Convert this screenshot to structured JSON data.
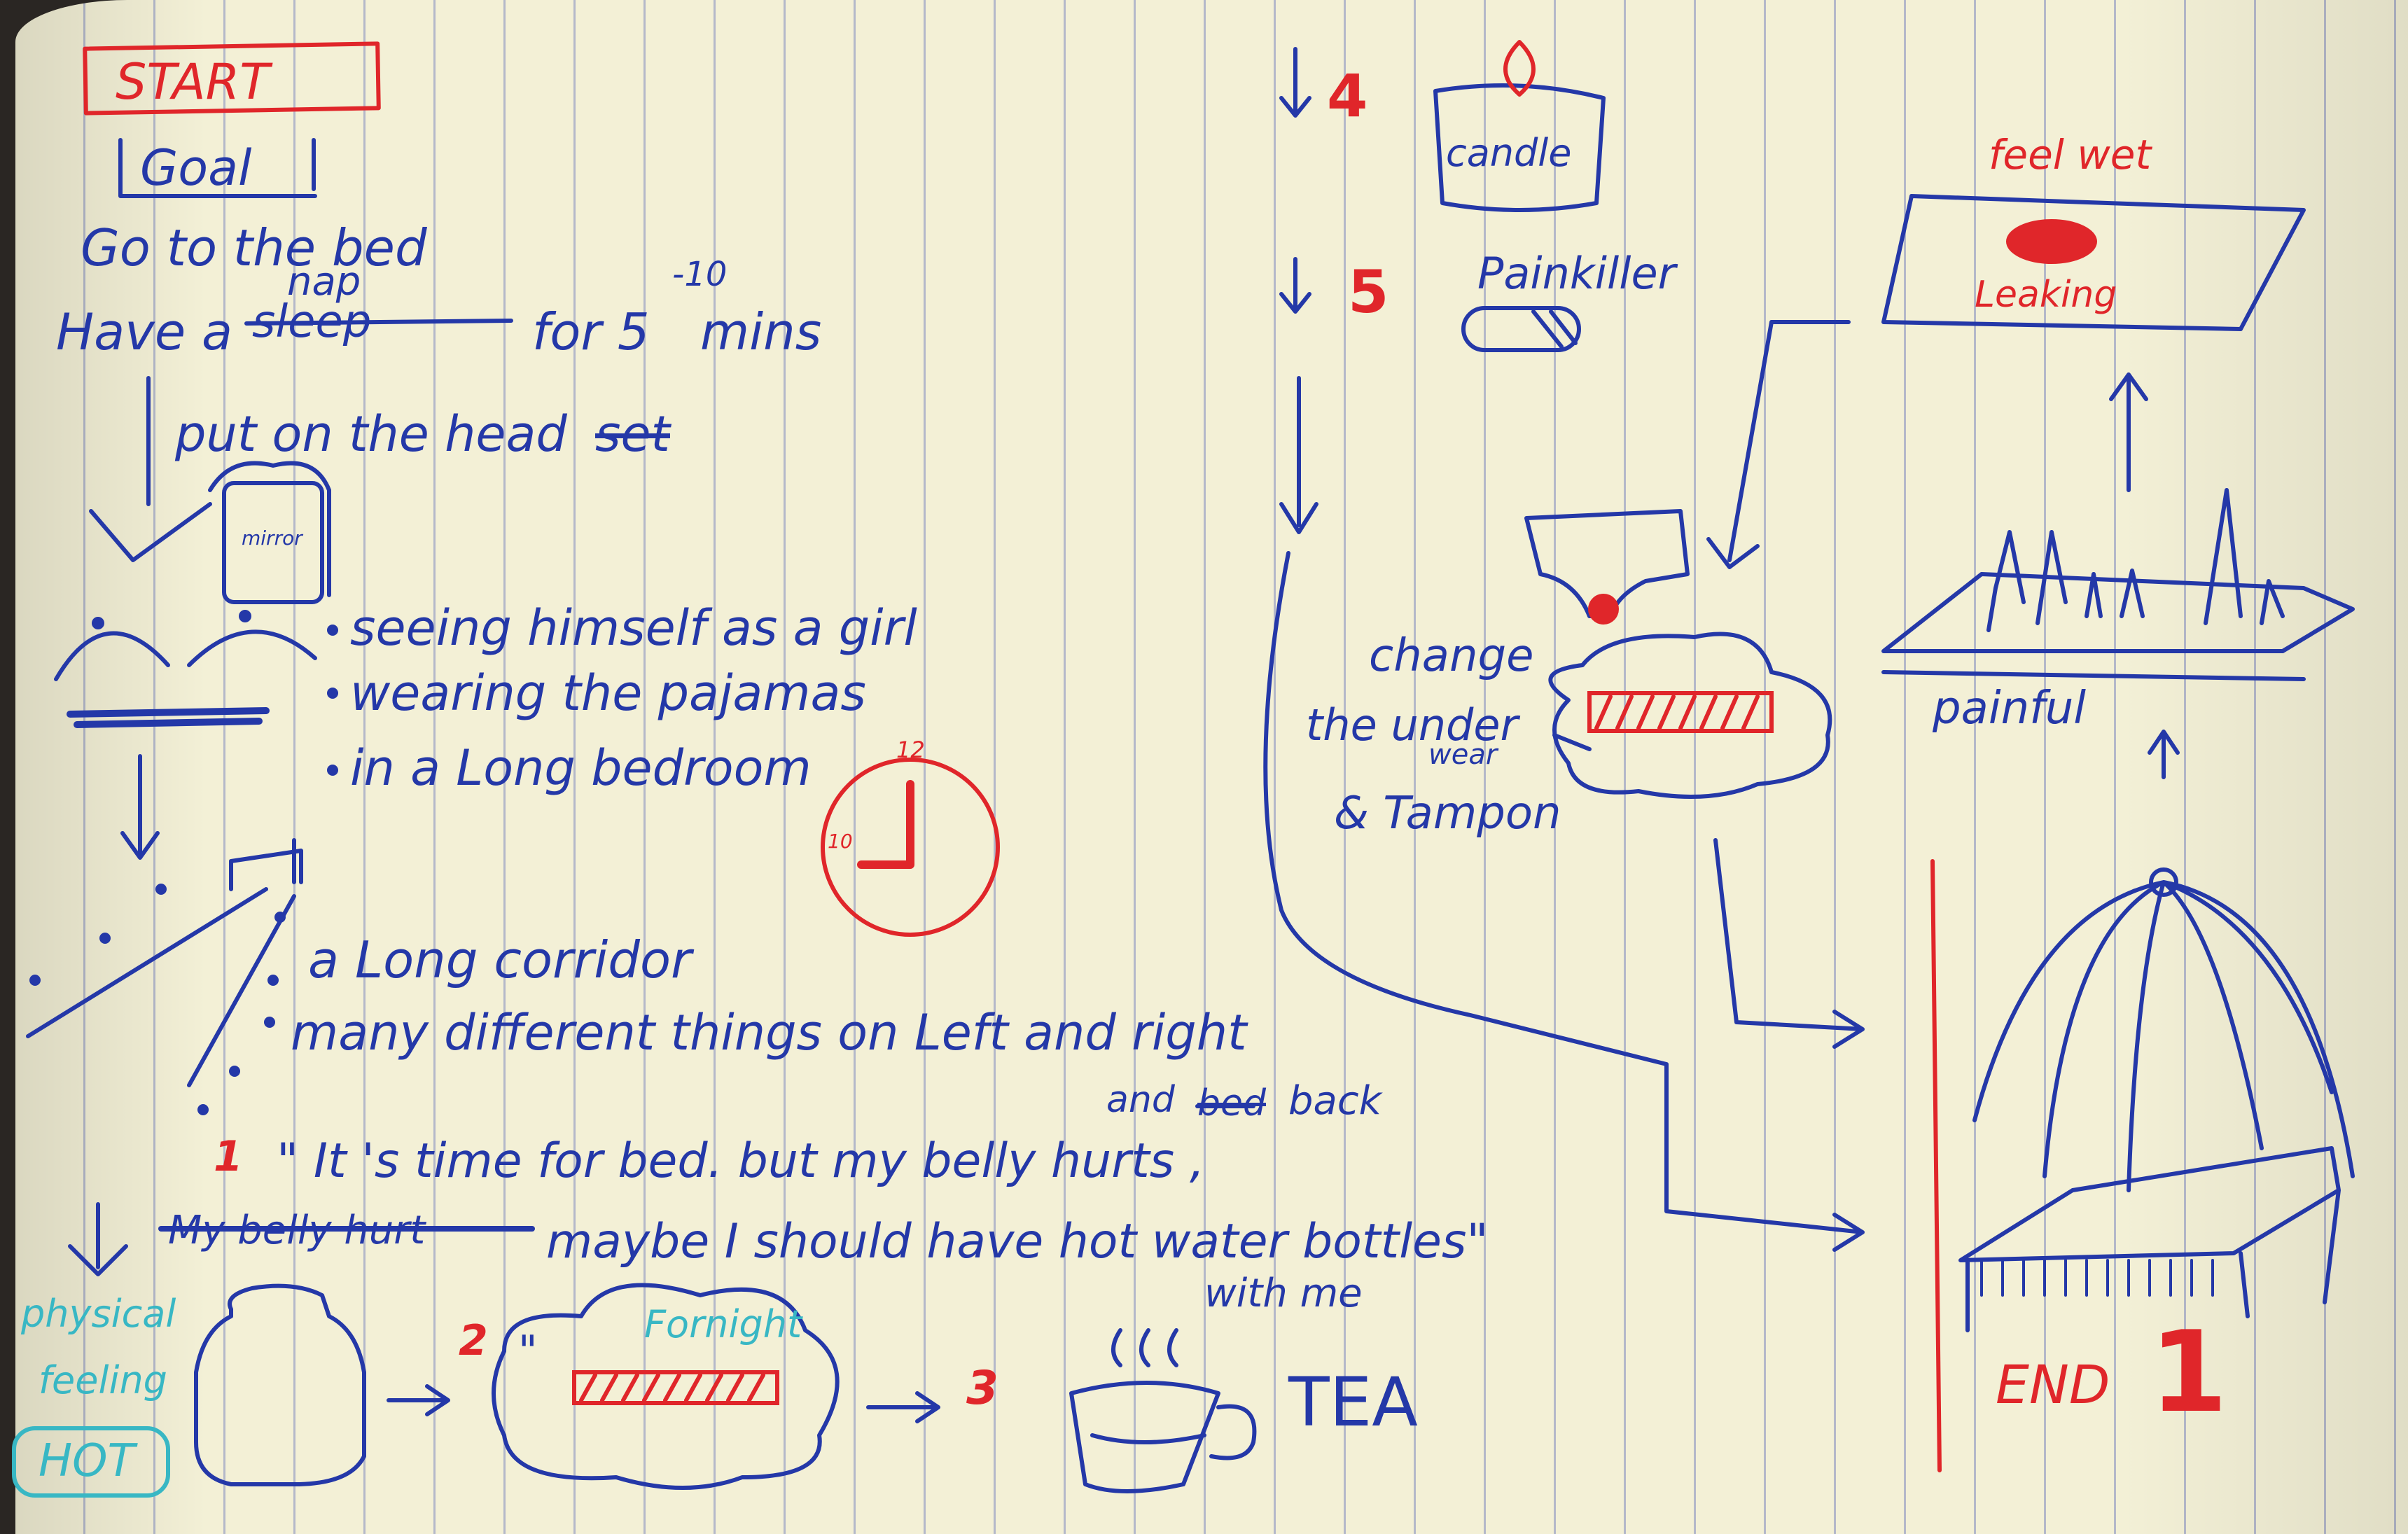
{
  "start_label": "START",
  "goal_label": "Goal",
  "goal_lines": [
    "Go to the bed",
    "Have a",
    "sleep",
    "nap",
    "for 5",
    "-10",
    "mins"
  ],
  "headset": {
    "text": "put on the head",
    "struck": "set",
    "box_label": "mirror"
  },
  "bullets": [
    "seeing himself as a girl",
    "wearing the pajamas",
    "in a Long bedroom"
  ],
  "clock": {
    "top": "12",
    "left": "10"
  },
  "corridor": [
    "a Long corridor",
    "many different things on Left and right"
  ],
  "quote": {
    "number": "1",
    "line1": "\" It 's time for bed. but my belly hurts ,",
    "inserted": "and",
    "struck_bed": "bed",
    "back": "back",
    "struck_line": "My belly hurt",
    "line2": "maybe I should have hot water bottles\"",
    "line3": "with me"
  },
  "physical": {
    "label": [
      "physical",
      "feeling"
    ],
    "hot": "HOT"
  },
  "step2": {
    "number": "2",
    "quote_mark": "\"",
    "label": "Fornight"
  },
  "step3": {
    "number": "3",
    "label": "TEA"
  },
  "step4": {
    "number": "4",
    "label": "candle"
  },
  "step5": {
    "number": "5",
    "label": "Painkiller"
  },
  "change": [
    "change",
    "the under",
    "wear",
    "& Tampon"
  ],
  "bed": {
    "feel": "feel wet",
    "leaking": "Leaking",
    "painful": "painful"
  },
  "end": {
    "label": "END",
    "number": "1"
  },
  "colors": {
    "blue_ink": "#2438a8",
    "red_ink": "#e0262a",
    "teal_ink": "#38b7c4",
    "paper": "#f3f0d6"
  }
}
